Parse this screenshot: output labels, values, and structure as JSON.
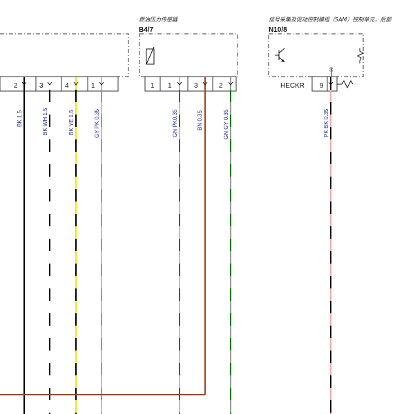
{
  "components": {
    "b4_7": {
      "title": "燃油压力传感器",
      "code": "B4/7"
    },
    "n10_8": {
      "title": "信号采集及促动控制模组（SAM）控制单元，后部",
      "code": "N10/8",
      "signal": "HECKR"
    }
  },
  "left_connector": {
    "pins": [
      "2",
      "3",
      "4",
      "1"
    ],
    "wires": [
      {
        "label": "BK 1.5",
        "colors": [
          "#000000"
        ]
      },
      {
        "label": "BK WH 1.5",
        "colors": [
          "#000000",
          "#ffffff"
        ]
      },
      {
        "label": "BK YE 1.5",
        "colors": [
          "#000000",
          "#f7e600"
        ]
      },
      {
        "label": "GY PK 0.35",
        "colors": [
          "#9a9a9a",
          "#f6a9a9"
        ]
      }
    ]
  },
  "b4_7_connector": {
    "side_pin": "1",
    "pins": [
      "1",
      "3",
      "2"
    ],
    "wires": [
      {
        "label": "GN PK0.35",
        "colors": [
          "#1a7a1a",
          "#f6a9a9"
        ]
      },
      {
        "label": "BN  0.35",
        "colors": [
          "#a0461a"
        ]
      },
      {
        "label": "GN GY 0.35",
        "colors": [
          "#1a7a1a",
          "#9a9a9a"
        ]
      }
    ]
  },
  "n10_8_connector": {
    "pin": "9",
    "inner_pin": "30",
    "wires": [
      {
        "label": "PK BK 0.35",
        "colors": [
          "#f6a9a9",
          "#000000"
        ]
      }
    ]
  },
  "colors": {
    "black": "#000000",
    "white": "#ffffff",
    "yellow": "#f7e600",
    "gray": "#9a9a9a",
    "pink": "#f6a9a9",
    "green": "#1a7a1a",
    "brown": "#a0461a",
    "label_blue": "#1f2a9e"
  }
}
